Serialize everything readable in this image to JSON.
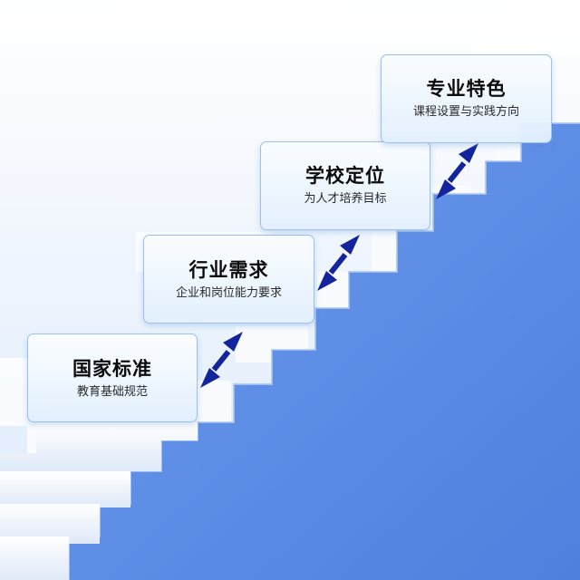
{
  "colors": {
    "sky_top": "#ffffff",
    "sky_bottom": "#dce9fb",
    "wall_blue": "#5f8fe6",
    "step_white": "#f9fbff",
    "arrow": "#13249c"
  },
  "steps": [
    {
      "title": "国家标准",
      "subtitle": "教育基础规范"
    },
    {
      "title": "行业需求",
      "subtitle": "企业和岗位能力要求"
    },
    {
      "title": "学校定位",
      "subtitle": "为人才培养目标"
    },
    {
      "title": "专业特色",
      "subtitle": "课程设置与实践方向"
    }
  ],
  "connectors": [
    {
      "from": "steps.0",
      "to": "steps.1",
      "style": "double-arrow"
    },
    {
      "from": "steps.1",
      "to": "steps.2",
      "style": "double-arrow"
    },
    {
      "from": "steps.2",
      "to": "steps.3",
      "style": "double-arrow"
    }
  ]
}
